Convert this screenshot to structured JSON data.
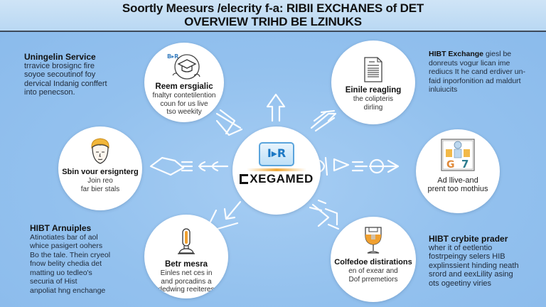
{
  "header": {
    "title_line1": "Soortly Meesurs /elecrity f-a: RIBII EXCHANES of DET",
    "title_line2": "OVERVIEW TRIHD BE LZINUKS"
  },
  "hub": {
    "logo_text": "I▸R",
    "name": "XEGAMED",
    "accent_color": "#5aa4dc"
  },
  "nodes": {
    "top_left": {
      "icon": "graduation-cap-icon",
      "title": "Reem ersgialic",
      "desc": [
        "fnaltyr contetilention",
        "coun for us live",
        "tso weekity"
      ]
    },
    "top_right": {
      "icon": "document-icon",
      "title": "Einile reagling",
      "desc": [
        "the colipteris",
        "dirling"
      ]
    },
    "mid_left": {
      "icon": "person-face-icon",
      "title": "Sbin vour ersignterg",
      "desc": [
        "Join reo",
        "far bier stals"
      ]
    },
    "mid_right": {
      "icon": "tiles-grid-icon",
      "title": "",
      "desc": [
        "Ad llive-and",
        "prent too mothius"
      ]
    },
    "bottom_left": {
      "icon": "lamp-icon",
      "title": "Betr mesra",
      "desc": [
        "Einles net ces in",
        "and porcadins a",
        "dedwing reeiteres"
      ]
    },
    "bottom_right": {
      "icon": "goblet-icon",
      "title": "Colfedoe distirations",
      "desc": [
        "en of exear and",
        "Dof prremetiors"
      ]
    }
  },
  "side_texts": {
    "top_left": {
      "title": "Uningelin Service",
      "lines": [
        "trravice brosignc fire",
        "soyoe secoutinof foy",
        "dervical Indanig conffert",
        "into penecson."
      ]
    },
    "top_right": {
      "title": "HIBT Exchange",
      "title_suffix": " giesl be",
      "lines": [
        "donreuts vogur lican ime",
        "rediucs It he cand erdiver un-",
        "faid inporfonition ad maldurt",
        "inluiucits"
      ]
    },
    "bottom_left": {
      "title": "HIBT Arnuiples",
      "lines": [
        "Atinotiates bar of aol",
        "whice pasigert oohers",
        "Bo the tale. Thein cryeol",
        "fnow belity chedia det",
        "matting uo tedleo's",
        "securia of Hist",
        "anpoliat hng enchange"
      ]
    },
    "bottom_right": {
      "title": "HIBT crybite prader",
      "lines": [
        "wher it of eetlentio",
        "fostrpeingy selers HIB",
        "explinssient hinding neath",
        "srord and eexLility asing",
        "ots ogeetiny viries"
      ]
    }
  },
  "colors": {
    "background": "#93c1ee",
    "header_background": "#c6def5",
    "header_rule": "#3e4a5a",
    "node_fill": "#ffffff",
    "accent_orange": "#f0a030"
  }
}
